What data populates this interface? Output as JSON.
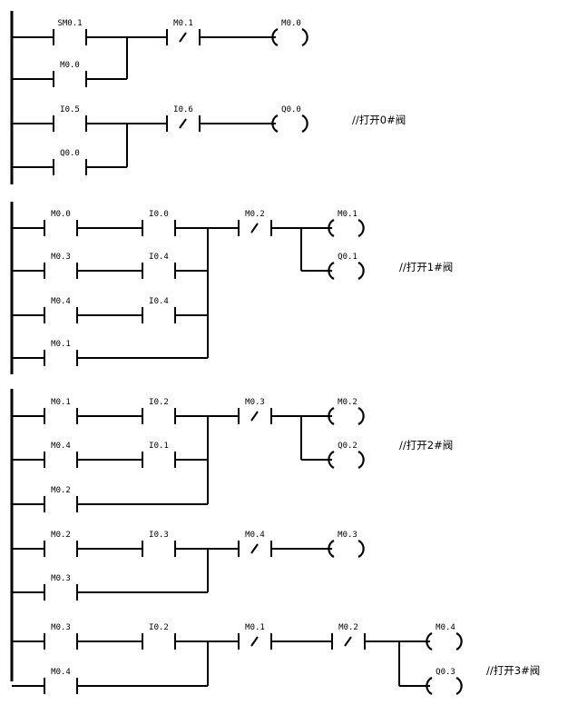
{
  "networks": [
    {
      "rungs": [
        {
          "contacts": [
            "SM0.1",
            "M0.1"
          ],
          "coils": [
            "M0.0"
          ]
        },
        {
          "contacts": [
            "M0.0"
          ]
        }
      ]
    },
    {
      "rungs": [
        {
          "contacts": [
            "I0.5",
            "I0.6"
          ],
          "coils": [
            "Q0.0"
          ],
          "comment": "//打开0#阀"
        },
        {
          "contacts": [
            "Q0.0"
          ]
        }
      ]
    },
    {
      "rungs": [
        {
          "contacts": [
            "M0.0",
            "I0.0",
            "M0.2"
          ],
          "coils": [
            "M0.1",
            "Q0.1"
          ],
          "comment": "//打开1#阀"
        },
        {
          "contacts": [
            "M0.3",
            "I0.4"
          ]
        },
        {
          "contacts": [
            "M0.4",
            "I0.4"
          ]
        },
        {
          "contacts": [
            "M0.1"
          ]
        }
      ]
    },
    {
      "rungs": [
        {
          "contacts": [
            "M0.1",
            "I0.2",
            "M0.3"
          ],
          "coils": [
            "M0.2",
            "Q0.2"
          ],
          "comment": "//打开2#阀"
        },
        {
          "contacts": [
            "M0.4",
            "I0.1"
          ]
        },
        {
          "contacts": [
            "M0.2"
          ]
        }
      ]
    },
    {
      "rungs": [
        {
          "contacts": [
            "M0.2",
            "I0.3",
            "M0.4"
          ],
          "coils": [
            "M0.3"
          ]
        },
        {
          "contacts": [
            "M0.3"
          ]
        }
      ]
    },
    {
      "rungs": [
        {
          "contacts": [
            "M0.3",
            "I0.2",
            "M0.1",
            "M0.2"
          ],
          "coils": [
            "M0.4",
            "Q0.3"
          ],
          "comment": "//打开3#阀"
        },
        {
          "contacts": [
            "M0.4"
          ]
        }
      ]
    }
  ]
}
